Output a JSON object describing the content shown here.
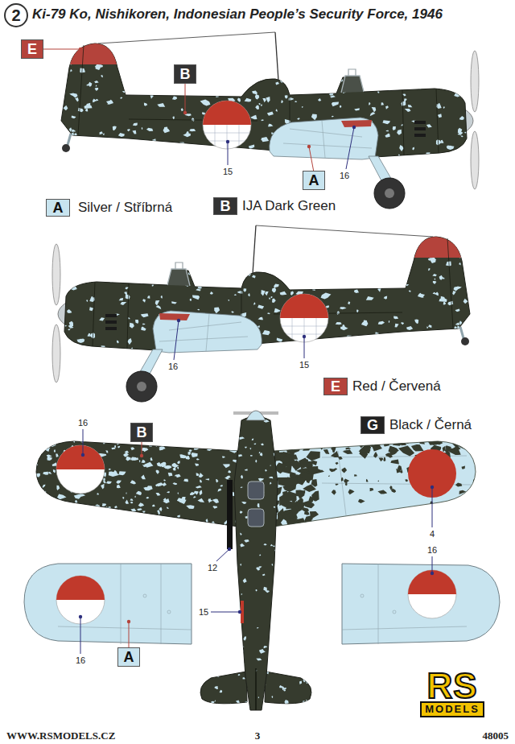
{
  "diagram": {
    "title": "Ki-79 Ko, Nishikoren, Indonesian People’s Security Force, 1946",
    "nodes": [
      {
        "text": [
          "2"
        ]
      },
      {
        "text": [
          "E"
        ]
      },
      {
        "text": [
          "B"
        ]
      },
      {
        "text": [
          "A"
        ]
      },
      {
        "text": [
          "B"
        ]
      },
      {
        "text": [
          "A"
        ]
      },
      {
        "text": [
          "RS",
          "MODELS"
        ]
      }
    ],
    "labels": [
      "15",
      "16",
      "A",
      "B",
      "16",
      "15",
      "E",
      "G",
      "16",
      "4",
      "12",
      "15",
      "16",
      "16",
      "WWW.RSMODELS.CZ",
      "3",
      "48005"
    ],
    "legend": [
      {
        "text": "Silver / Stříbrná",
        "color": "#c8e4ef"
      },
      {
        "text": "IJA Dark Green",
        "color": "#333333"
      },
      {
        "text": "Red / Červená",
        "color": "#b4433b"
      },
      {
        "text": "Black / Černá",
        "color": "#222222"
      }
    ]
  }
}
